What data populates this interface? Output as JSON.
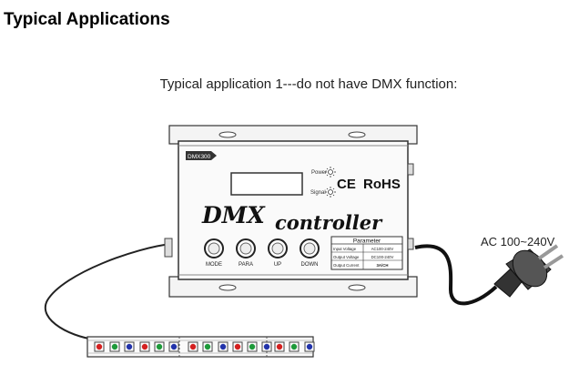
{
  "heading": "Typical Applications",
  "subtitle": "Typical application  1---do not have DMX function:",
  "ac_label": "AC 100~240V",
  "controller": {
    "model_tag": "DMX300",
    "power_label": "Power",
    "signal_label": "Signal",
    "ce_mark": "CE",
    "rohs_mark": "RoHS",
    "title_word1": "DMX",
    "title_word2": "controller",
    "buttons": [
      "MODE",
      "PARA",
      "UP",
      "DOWN"
    ],
    "parameter_table": {
      "header": "Parameter",
      "rows": [
        [
          "Input Voltage",
          "AC100-240V"
        ],
        [
          "Output Voltage",
          "DC100-240V"
        ],
        [
          "Output Current",
          "3A/CH"
        ]
      ]
    }
  },
  "colors": {
    "led_red": "#d42020",
    "led_green": "#1e9a3a",
    "led_blue": "#2233aa",
    "outline": "#333333"
  }
}
